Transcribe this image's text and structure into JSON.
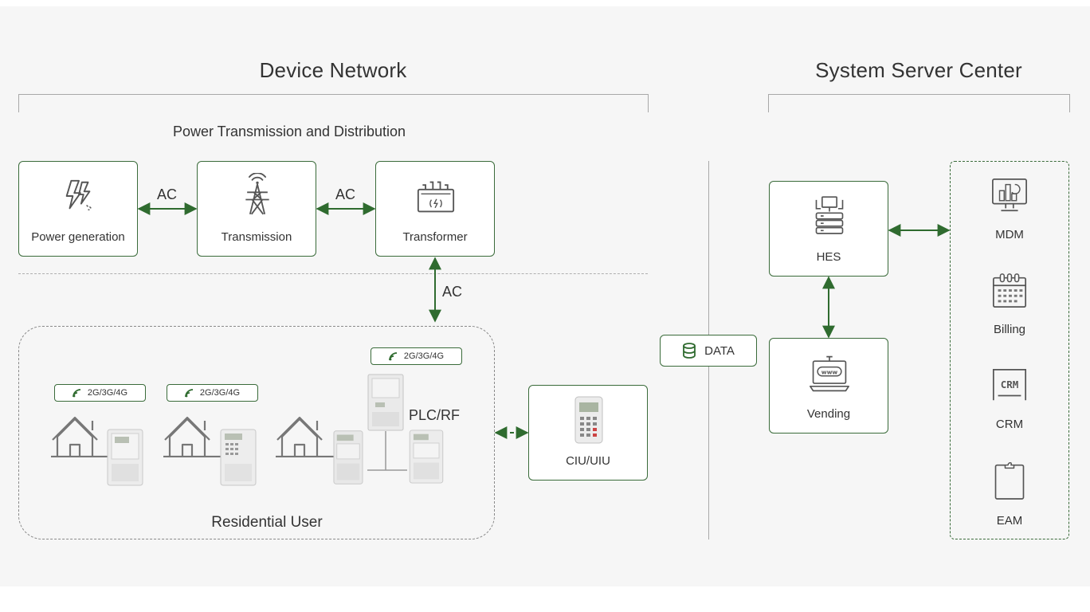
{
  "headers": {
    "device_network": "Device Network",
    "system_server_center": "System Server Center",
    "power_td": "Power Transmission and Distribution"
  },
  "nodes": {
    "power_generation": "Power generation",
    "transmission": "Transmission",
    "transformer": "Transformer",
    "ciu_uiu": "CIU/UIU",
    "hes": "HES",
    "vending": "Vending",
    "data": "DATA"
  },
  "connections": {
    "ac_1": "AC",
    "ac_2": "AC",
    "ac_3": "AC",
    "plc_rf": "PLC/RF"
  },
  "residential": {
    "label": "Residential User",
    "tag_1": "2G/3G/4G",
    "tag_2": "2G/3G/4G",
    "tag_3": "2G/3G/4G"
  },
  "server_systems": [
    {
      "label": "MDM",
      "icon": "dashboard-monitor-icon"
    },
    {
      "label": "Billing",
      "icon": "calendar-icon"
    },
    {
      "label": "CRM",
      "icon": "crm-screen-icon"
    },
    {
      "label": "EAM",
      "icon": "clipboard-icon"
    }
  ],
  "colors": {
    "accent_green": "#2f6b2f",
    "box_border": "#3a6b3a",
    "background": "#f6f6f6",
    "lines_gray": "#a8a8a8"
  }
}
